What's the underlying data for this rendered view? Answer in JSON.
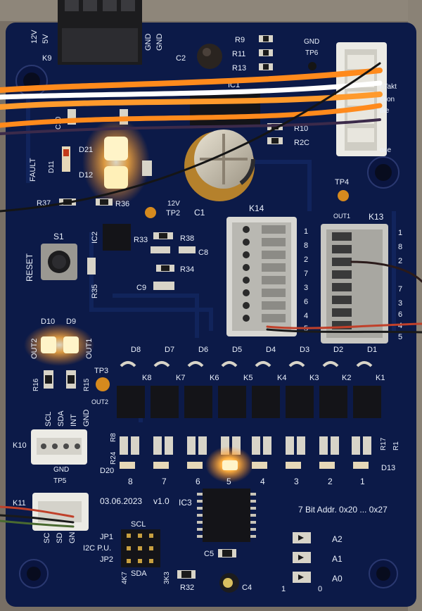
{
  "board": {
    "date": "03.06.2023",
    "version": "v1.0",
    "address_note": "7 Bit Addr. 0x20 ... 0x27",
    "header_k9": [
      "12V",
      "5V",
      "GND",
      "GND"
    ],
    "labels": {
      "k9": "K9",
      "c2": "C2",
      "ic1": "IC1",
      "gnd": "GND",
      "tp6": "TP6",
      "r9": "R9",
      "r11": "R11",
      "r13": "R13",
      "r10": "R10",
      "r20": "R2C",
      "c10": "C10",
      "d21": "D21",
      "d12": "D12",
      "d11": "D11",
      "fault": "FAULT",
      "r37": "R37",
      "r36": "R36",
      "c1": "C1",
      "tp2": "TP2",
      "v12": "12V",
      "tp4": "TP4",
      "out1_k13": "OUT1",
      "k14": "K14",
      "k13": "K13",
      "s1": "S1",
      "reset": "RESET",
      "ic2": "IC2",
      "r33": "R33",
      "r38": "R38",
      "c8": "C8",
      "r34": "R34",
      "c9": "C9",
      "r35": "R35",
      "d10": "D10",
      "d9": "D9",
      "out2": "OUT2",
      "out1": "OUT1",
      "r16": "R16",
      "r15": "R15",
      "tp3": "TP3",
      "out2_tp3": "OUT2",
      "k10": "K10",
      "d20": "D20",
      "tp5": "TP5",
      "k11": "K11",
      "r8": "R8",
      "r24": "R24",
      "r17": "R17",
      "r1": "R1",
      "d13": "D13",
      "ic3": "IC3",
      "c5": "C5",
      "c4": "C4",
      "r32": "R32",
      "jp1": "JP1",
      "jp2": "JP2",
      "i2c_pu": "I2C P.U.",
      "scl_jp": "SCL",
      "sda_jp": "SDA",
      "r4k7a": "4K7",
      "r3k3": "3K3",
      "a2": "A2",
      "a1": "A1",
      "a0": "A0",
      "one": "1",
      "zero": "0"
    },
    "connector_k10_pins": [
      "SCL",
      "SDA",
      "INT",
      "GND"
    ],
    "connector_k11_pins": [
      "SC",
      "SD",
      "GN"
    ],
    "connector_top_right_pins": [
      "nTakt",
      "ction",
      "ble",
      "ose"
    ],
    "k14_pins": [
      "1",
      "8",
      "2",
      "7",
      "3",
      "6",
      "4",
      "5"
    ],
    "k13_pins": [
      "1",
      "8",
      "2",
      "7",
      "3",
      "6",
      "4",
      "5"
    ],
    "led_row_labels": [
      "D8",
      "D7",
      "D6",
      "D5",
      "D4",
      "D3",
      "D2",
      "D1"
    ],
    "relay_labels": [
      "K8",
      "K7",
      "K6",
      "K5",
      "K4",
      "K3",
      "K2",
      "K1"
    ],
    "channel_numbers": [
      "8",
      "7",
      "6",
      "5",
      "4",
      "3",
      "2",
      "1"
    ],
    "colors": {
      "pcb": "#0c1a48",
      "silkscreen": "#eaf0fb",
      "led_orange": "#ffb040",
      "wire_orange": "#ff8a1c",
      "connector_white": "#ecebe5",
      "relay_black": "#141418"
    }
  }
}
